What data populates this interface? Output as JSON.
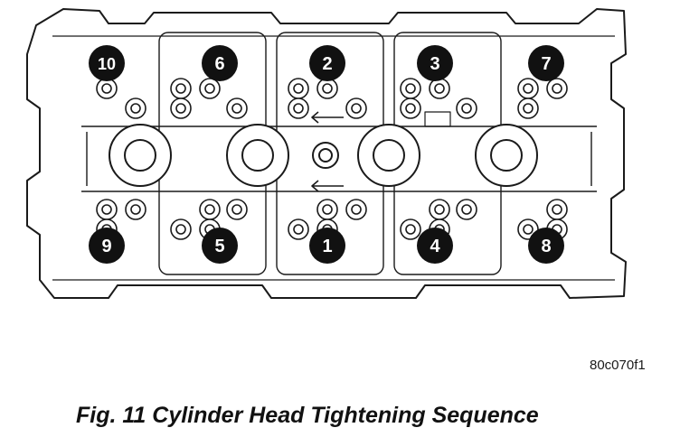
{
  "figure": {
    "caption": "Fig. 11 Cylinder Head Tightening Sequence",
    "reference_code": "80c070f1",
    "line_color": "#1a1a1a",
    "badge_color": "#111111",
    "badge_text_color": "#ffffff"
  },
  "bolts": [
    {
      "label": "10"
    },
    {
      "label": "6"
    },
    {
      "label": "2"
    },
    {
      "label": "3"
    },
    {
      "label": "7"
    },
    {
      "label": "9"
    },
    {
      "label": "5"
    },
    {
      "label": "1"
    },
    {
      "label": "4"
    },
    {
      "label": "8"
    }
  ]
}
